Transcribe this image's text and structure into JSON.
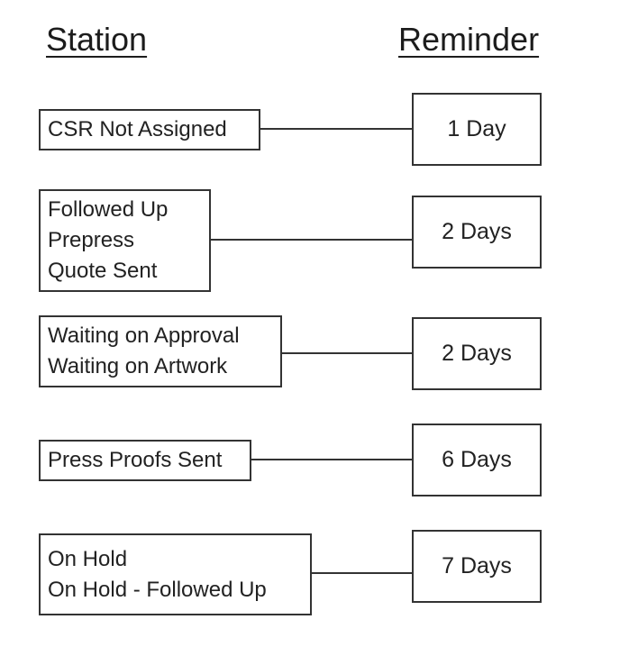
{
  "headers": {
    "station": "Station",
    "reminder": "Reminder"
  },
  "rows": [
    {
      "stations": [
        "CSR Not Assigned"
      ],
      "reminder": "1 Day"
    },
    {
      "stations": [
        "Followed Up",
        "Prepress",
        "Quote Sent"
      ],
      "reminder": "2 Days"
    },
    {
      "stations": [
        "Waiting on Approval",
        "Waiting on Artwork"
      ],
      "reminder": "2 Days"
    },
    {
      "stations": [
        "Press Proofs Sent"
      ],
      "reminder": "6 Days"
    },
    {
      "stations": [
        "On Hold",
        "On Hold - Followed Up"
      ],
      "reminder": "7 Days"
    }
  ],
  "colors": {
    "line": "#333333",
    "text": "#222222",
    "background": "#ffffff"
  }
}
